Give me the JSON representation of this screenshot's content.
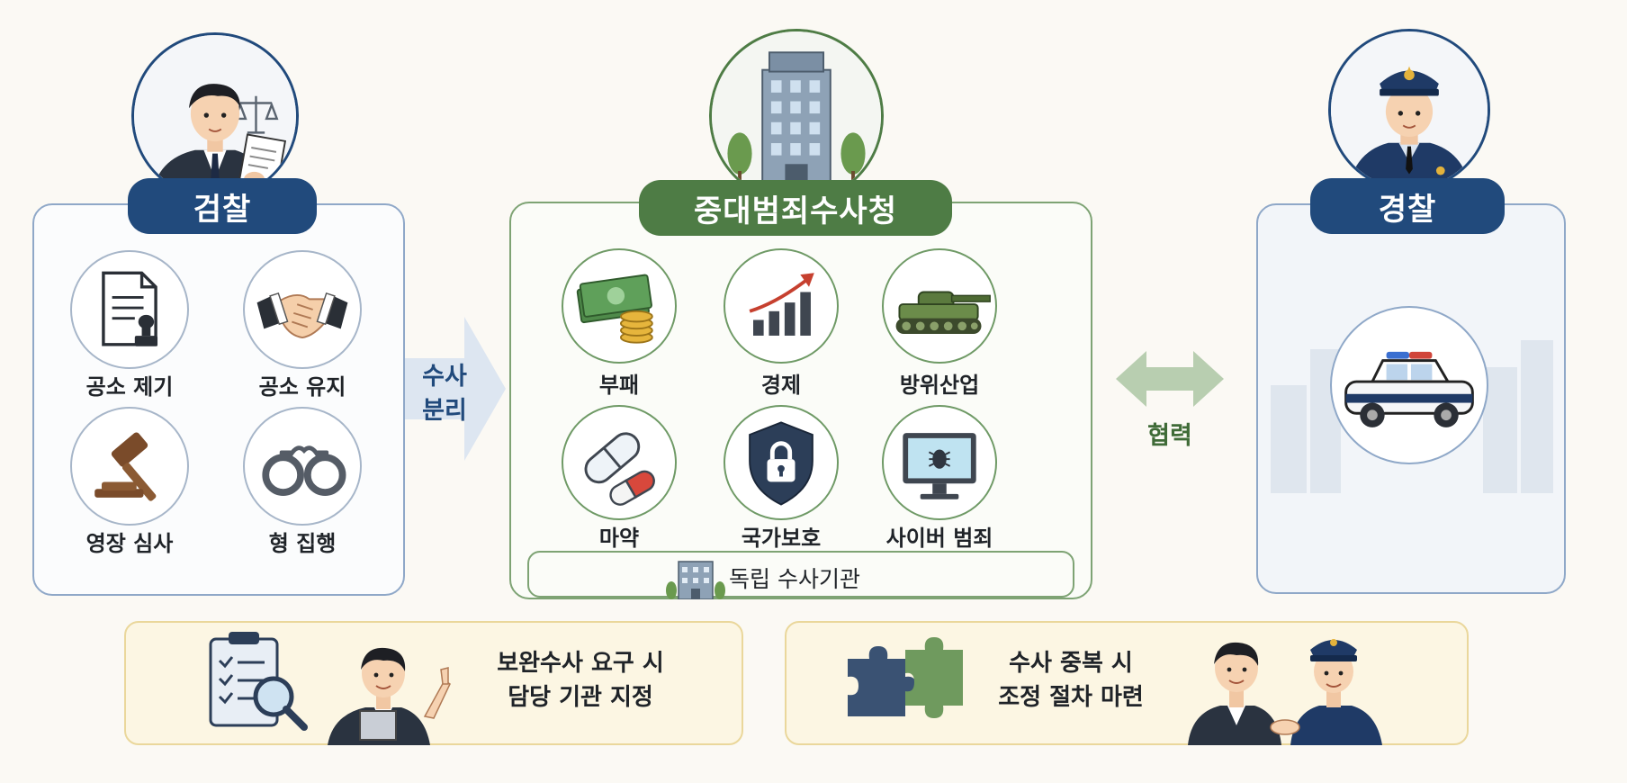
{
  "prosecution": {
    "title": "검찰",
    "items": [
      {
        "label": "공소 제기",
        "icon": "document-seal-icon"
      },
      {
        "label": "공소 유지",
        "icon": "handshake-icon"
      },
      {
        "label": "영장 심사",
        "icon": "gavel-icon"
      },
      {
        "label": "형 집행",
        "icon": "handcuffs-icon"
      }
    ]
  },
  "separation_arrow": {
    "line1": "수사",
    "line2": "분리"
  },
  "agency": {
    "title": "중대범죄수사청",
    "items": [
      {
        "label": "부패",
        "icon": "money-icon"
      },
      {
        "label": "경제",
        "icon": "growth-chart-icon"
      },
      {
        "label": "방위산업",
        "icon": "tank-icon"
      },
      {
        "label": "마약",
        "icon": "pill-icon"
      },
      {
        "label": "국가보호",
        "icon": "shield-lock-icon"
      },
      {
        "label": "사이버 범죄",
        "icon": "computer-bug-icon"
      }
    ],
    "footer": "독립 수사기관"
  },
  "cooperation_arrow": {
    "label": "협력"
  },
  "police": {
    "title": "경찰",
    "icon": "police-car-icon"
  },
  "bottom_left": {
    "line1": "보완수사 요구 시",
    "line2": "담당 기관 지정"
  },
  "bottom_right": {
    "line1": "수사 중복 시",
    "line2": "조정 절차 마련"
  },
  "colors": {
    "prosecution_blue": "#214a7c",
    "agency_green": "#4e7c45",
    "note_yellow": "#fcf6e3"
  }
}
